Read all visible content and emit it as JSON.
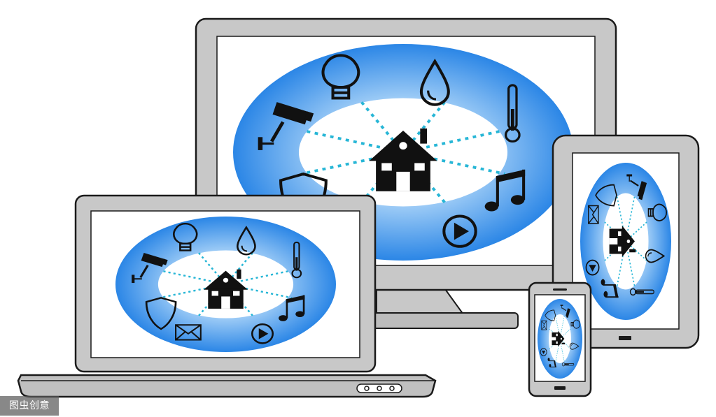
{
  "watermark": {
    "text": "图虫创意"
  },
  "colors": {
    "device_frame": "#c8c8c8",
    "device_outline": "#1a1a1a",
    "screen": "#ffffff",
    "ring_outer": "#2b86e6",
    "ring_inner": "#bfe0fb",
    "connector_dots": "#27b6d6",
    "icon": "#111111"
  },
  "devices": [
    {
      "id": "desktop-monitor"
    },
    {
      "id": "laptop"
    },
    {
      "id": "tablet"
    },
    {
      "id": "smartphone"
    }
  ],
  "scene_icons": [
    "house-icon",
    "light-bulb-icon",
    "water-drop-icon",
    "thermometer-icon",
    "security-camera-icon",
    "shield-icon",
    "music-note-icon",
    "envelope-icon",
    "play-button-icon"
  ]
}
